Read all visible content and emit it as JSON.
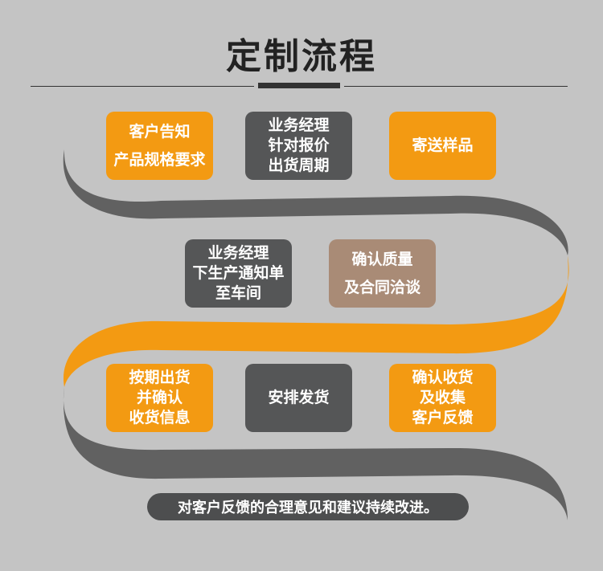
{
  "title": "定制流程",
  "colors": {
    "background": "#c4c4c4",
    "orange": "#f39a12",
    "dark_gray": "#555657",
    "brown": "#a98b76",
    "ribbon_gray": "#616161"
  },
  "steps": [
    {
      "lines": [
        "客户告知",
        "产品规格要求"
      ]
    },
    {
      "lines": [
        "业务经理",
        "针对报价",
        "出货周期"
      ]
    },
    {
      "lines": [
        "寄送样品"
      ]
    },
    {
      "lines": [
        "业务经理",
        "下生产通知单",
        "至车间"
      ]
    },
    {
      "lines": [
        "确认质量",
        "及合同洽谈"
      ]
    },
    {
      "lines": [
        "按期出货",
        "并确认",
        "收货信息"
      ]
    },
    {
      "lines": [
        "安排发货"
      ]
    },
    {
      "lines": [
        "确认收货",
        "及收集",
        "客户反馈"
      ]
    }
  ],
  "footer": "对客户反馈的合理意见和建议持续改进。"
}
